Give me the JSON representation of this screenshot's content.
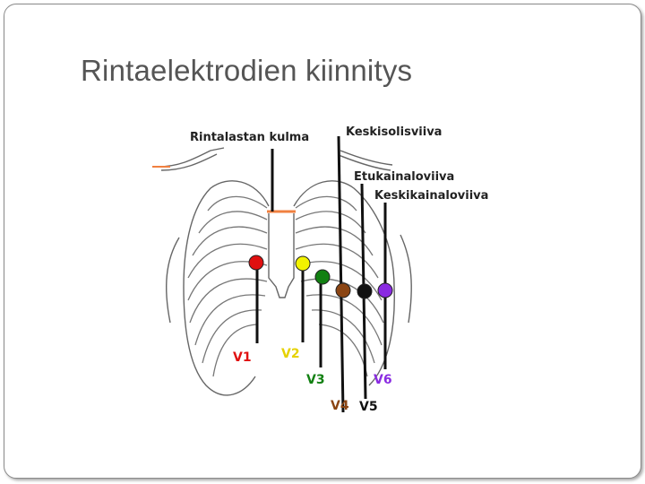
{
  "title": "Rintaelektrodien kiinnitys",
  "labels": {
    "sternal_angle": "Rintalastan kulma",
    "midclavicular": "Keskisolisviiva",
    "anterior_axillary": "Etukainaloviiva",
    "mid_axillary": "Keskikainaloviiva"
  },
  "electrodes": [
    {
      "name": "V1",
      "color": "#e01010"
    },
    {
      "name": "V2",
      "color": "#f2f200"
    },
    {
      "name": "V3",
      "color": "#128012"
    },
    {
      "name": "V4",
      "color": "#8b4513"
    },
    {
      "name": "V5",
      "color": "#111111"
    },
    {
      "name": "V6",
      "color": "#8a2be2"
    }
  ],
  "colors": {
    "sternal_marker": "#f08040",
    "title": "#555555"
  }
}
